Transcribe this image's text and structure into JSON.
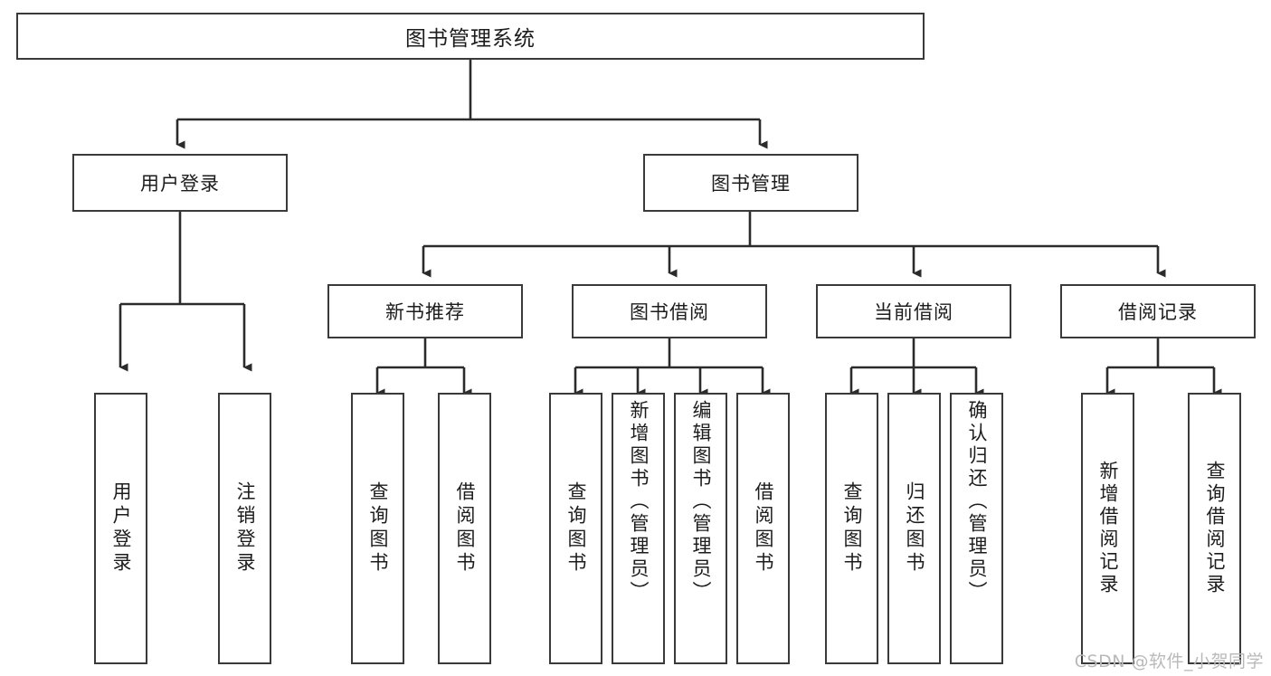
{
  "diagram": {
    "title": "图书管理系统",
    "type": "tree",
    "root": {
      "label": "图书管理系统"
    },
    "level1": [
      {
        "id": "user-login",
        "label": "用户登录"
      },
      {
        "id": "book-manage",
        "label": "图书管理"
      }
    ],
    "level2": [
      {
        "id": "new-book-recommend",
        "label": "新书推荐",
        "parent": "book-manage"
      },
      {
        "id": "book-borrow",
        "label": "图书借阅",
        "parent": "book-manage"
      },
      {
        "id": "current-borrow",
        "label": "当前借阅",
        "parent": "book-manage"
      },
      {
        "id": "borrow-record",
        "label": "借阅记录",
        "parent": "book-manage"
      }
    ],
    "leaves": [
      {
        "id": "leaf-user-login",
        "label": "用户登录",
        "parent": "user-login"
      },
      {
        "id": "leaf-user-logout",
        "label": "注销登录",
        "parent": "user-login"
      },
      {
        "id": "leaf-query-book-1",
        "label": "查询图书",
        "parent": "new-book-recommend"
      },
      {
        "id": "leaf-borrow-book-1",
        "label": "借阅图书",
        "parent": "new-book-recommend"
      },
      {
        "id": "leaf-query-book-2",
        "label": "查询图书",
        "parent": "book-borrow"
      },
      {
        "id": "leaf-add-book",
        "label": "新增图书（管理员）",
        "parent": "book-borrow"
      },
      {
        "id": "leaf-edit-book",
        "label": "编辑图书（管理员）",
        "parent": "book-borrow"
      },
      {
        "id": "leaf-borrow-book-2",
        "label": "借阅图书",
        "parent": "book-borrow"
      },
      {
        "id": "leaf-query-book-3",
        "label": "查询图书",
        "parent": "current-borrow"
      },
      {
        "id": "leaf-return-book",
        "label": "归还图书",
        "parent": "current-borrow"
      },
      {
        "id": "leaf-confirm-return",
        "label": "确认归还（管理员）",
        "parent": "current-borrow"
      },
      {
        "id": "leaf-add-record",
        "label": "新增借阅记录",
        "parent": "borrow-record"
      },
      {
        "id": "leaf-query-record",
        "label": "查询借阅记录",
        "parent": "borrow-record"
      }
    ],
    "watermark": "CSDN @软件_小贺同学",
    "colors": {
      "border": "#3a3a3a",
      "text": "#1c1c1c",
      "background": "#ffffff",
      "connector": "#2b2b2b",
      "watermark": "#b9b9b9"
    }
  }
}
